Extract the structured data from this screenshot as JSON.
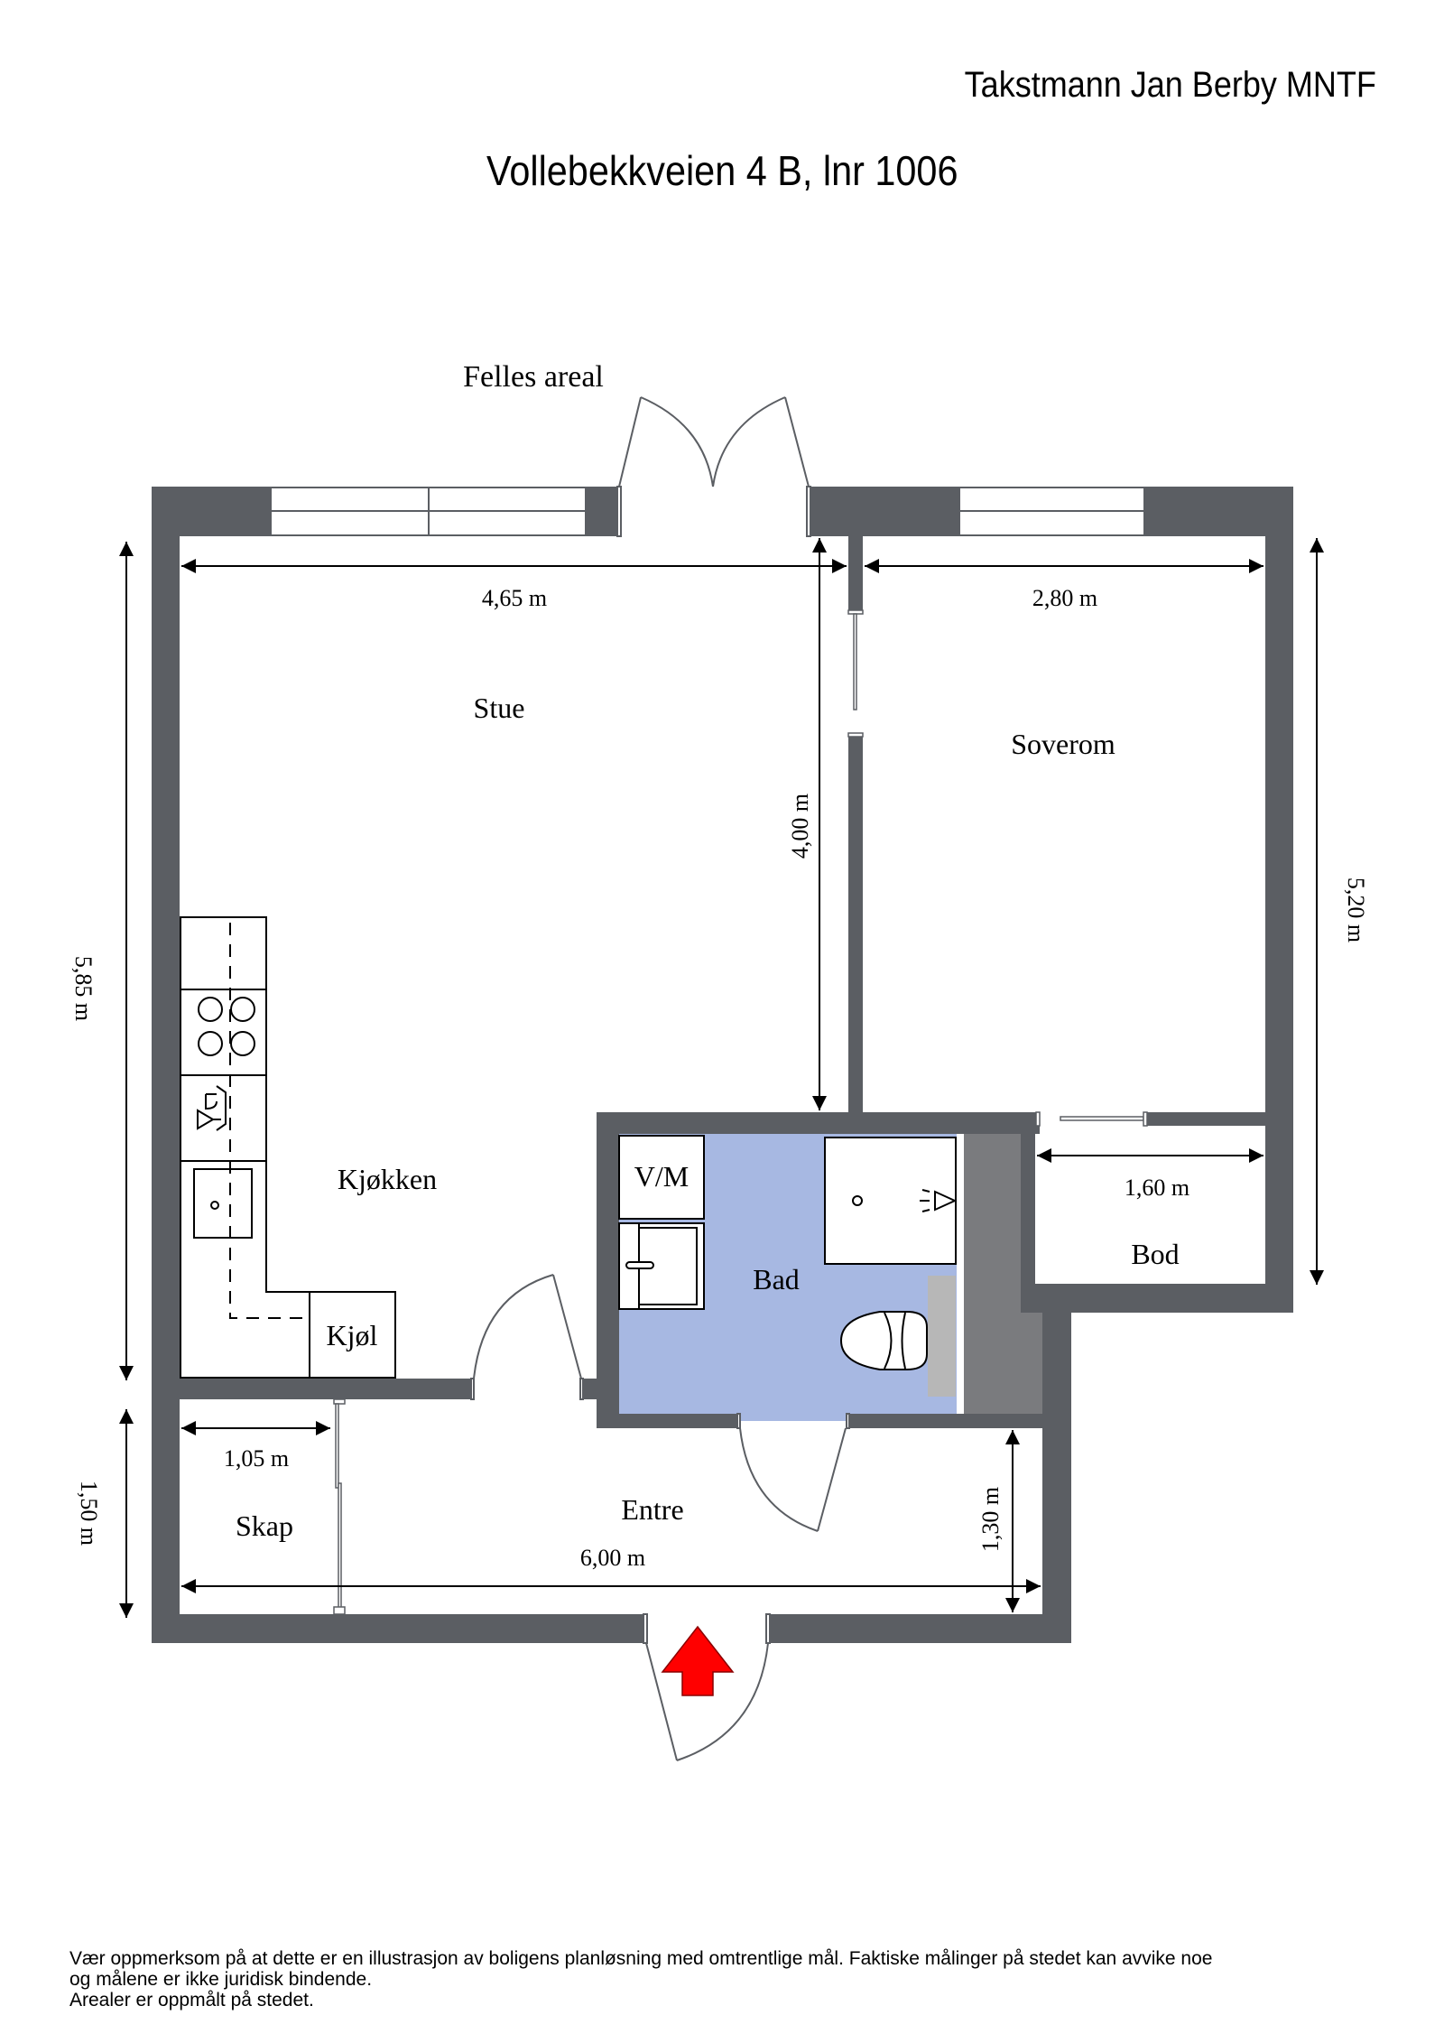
{
  "header": {
    "author": "Takstmann Jan Berby MNTF",
    "address": "Vollebekkveien 4 B, lnr 1006"
  },
  "plan": {
    "outside_label": "Felles areal",
    "colors": {
      "wall": "#5b5e63",
      "bathroom_floor": "#a7b8e2",
      "shaft": "#7a7b7e",
      "panel": "#b7b7b7",
      "entry_arrow": "#ff0000"
    },
    "rooms": {
      "stue": "Stue",
      "soverom": "Soverom",
      "kjokken": "Kjøkken",
      "kjol": "Kjøl",
      "bad": "Bad",
      "vm": "V/M",
      "bod": "Bod",
      "entre": "Entre",
      "skap": "Skap"
    },
    "dimensions": {
      "stue_width": "4,65 m",
      "soverom_width": "2,80 m",
      "stue_depth": "4,00 m",
      "soverom_depth": "5,20 m",
      "left_upper": "5,85 m",
      "left_lower": "1,50 m",
      "bod_width": "1,60 m",
      "skap_width": "1,05 m",
      "entre_width": "6,00 m",
      "entre_depth": "1,30 m"
    }
  },
  "footer": {
    "lines": [
      "Vær oppmerksom på at dette er en illustrasjon av boligens planløsning med omtrentlige mål. Faktiske målinger på stedet kan avvike noe",
      "og målene er ikke juridisk bindende.",
      "Arealer er oppmålt på stedet."
    ]
  }
}
